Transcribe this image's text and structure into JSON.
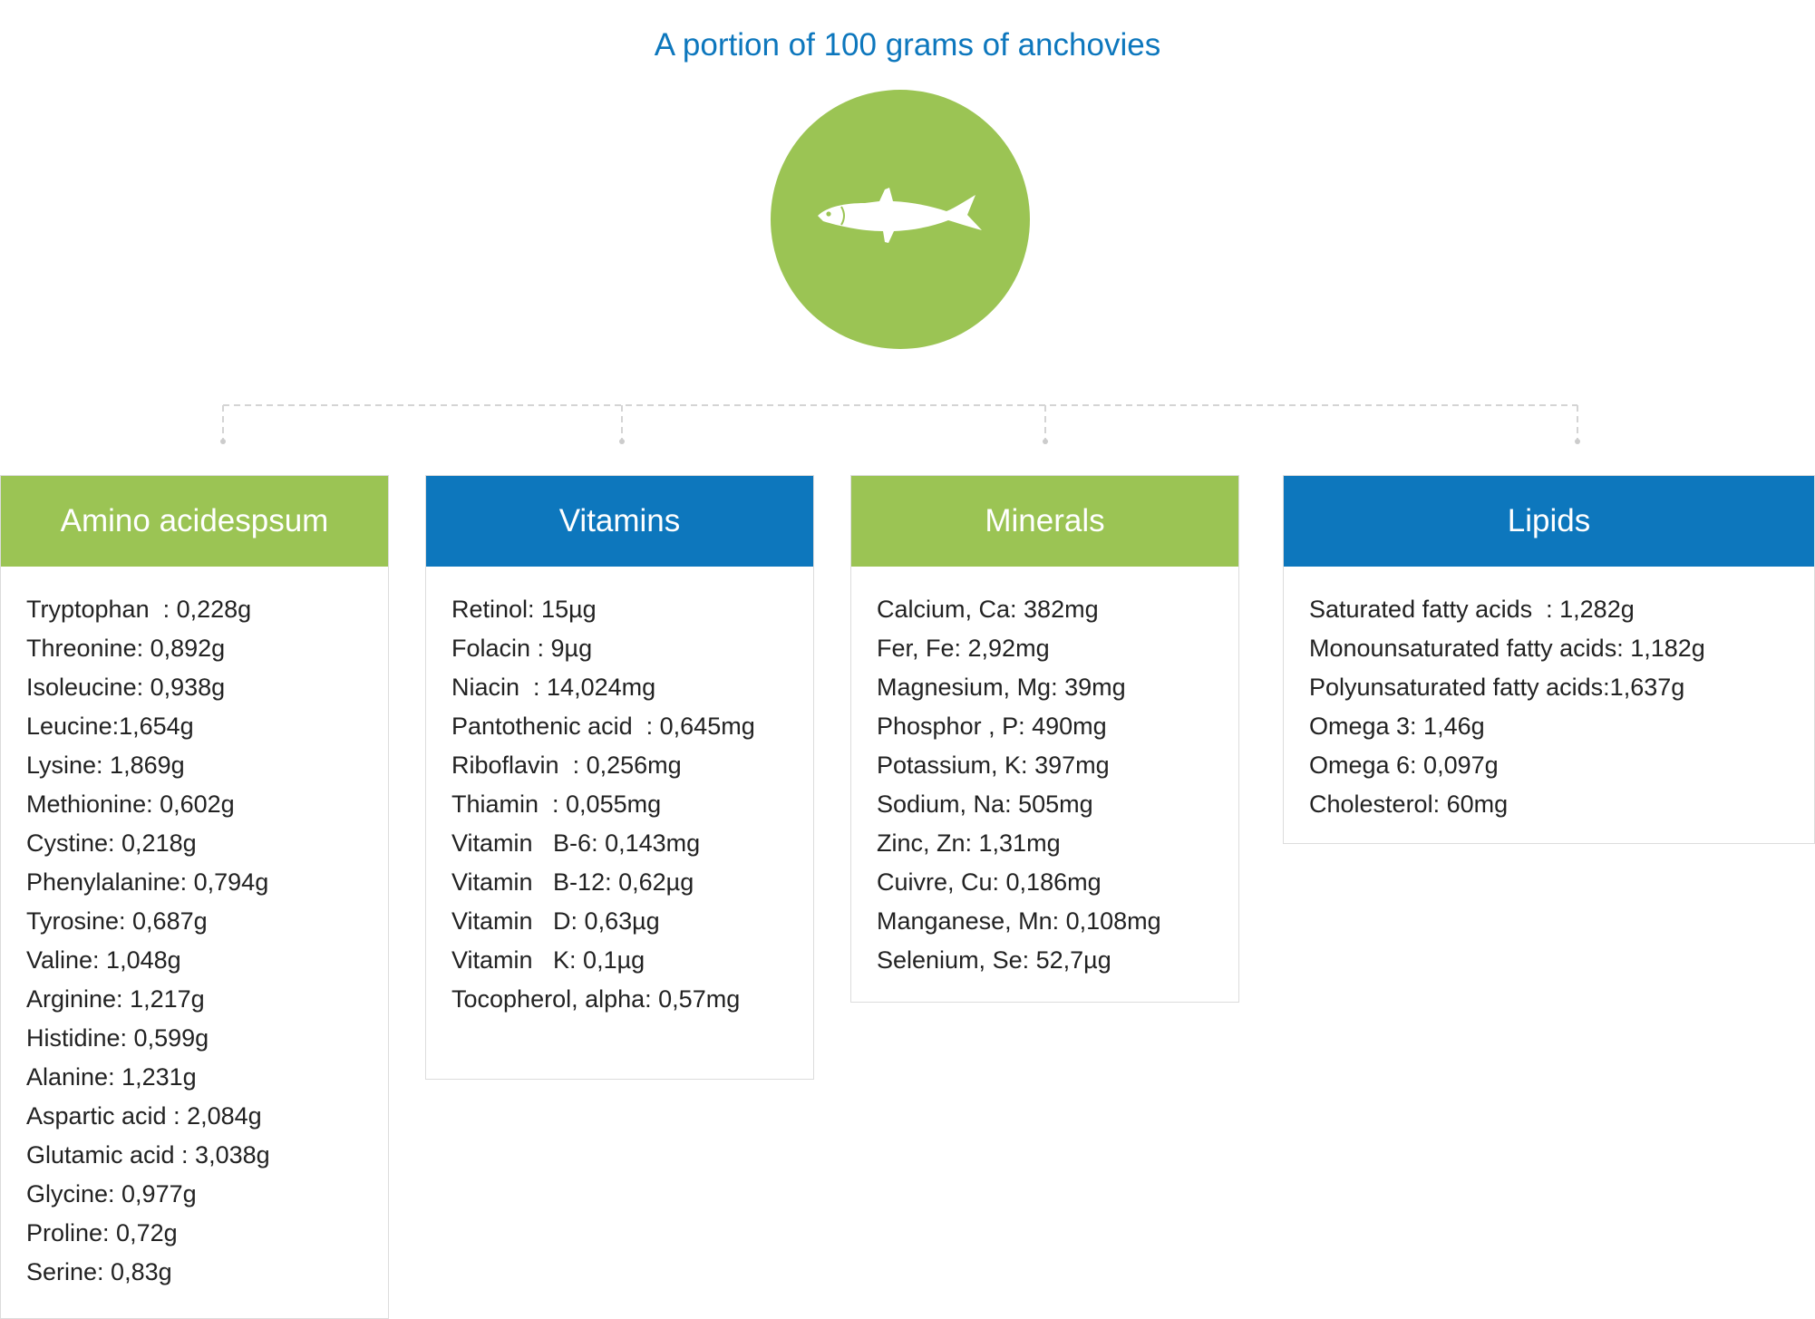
{
  "title": "A portion of 100 grams of anchovies",
  "colors": {
    "green": "#9bc454",
    "blue": "#0d77bd",
    "title": "#0d77bd"
  },
  "icon": "fish-icon",
  "cards": [
    {
      "title": "Amino acidespsum",
      "color": "green",
      "items": [
        "Tryptophan  : 0,228g",
        "Threonine: 0,892g",
        "Isoleucine: 0,938g",
        "Leucine:1,654g",
        "Lysine: 1,869g",
        "Methionine: 0,602g",
        "Cystine: 0,218g",
        "Phenylalanine: 0,794g",
        "Tyrosine: 0,687g",
        "Valine: 1,048g",
        "Arginine: 1,217g",
        "Histidine: 0,599g",
        "Alanine: 1,231g",
        "Aspartic acid : 2,084g",
        "Glutamic acid : 3,038g",
        "Glycine: 0,977g",
        "Proline: 0,72g",
        "Serine: 0,83g"
      ]
    },
    {
      "title": "Vitamins",
      "color": "blue",
      "items": [
        "Retinol: 15µg",
        "Folacin : 9µg",
        "Niacin  : 14,024mg",
        "Pantothenic acid  : 0,645mg",
        "Riboflavin  : 0,256mg",
        "Thiamin  : 0,055mg",
        "Vitamin   B-6: 0,143mg",
        "Vitamin   B-12: 0,62µg",
        "Vitamin   D: 0,63µg",
        "Vitamin   K: 0,1µg",
        "Tocopherol, alpha: 0,57mg"
      ]
    },
    {
      "title": "Minerals",
      "color": "green",
      "items": [
        "Calcium, Ca: 382mg",
        "Fer, Fe: 2,92mg",
        "Magnesium, Mg: 39mg",
        "Phosphor , P: 490mg",
        "Potassium, K: 397mg",
        "Sodium, Na: 505mg",
        "Zinc, Zn: 1,31mg",
        "Cuivre, Cu: 0,186mg",
        "Manganese, Mn: 0,108mg",
        "Selenium, Se: 52,7µg"
      ]
    },
    {
      "title": "Lipids",
      "color": "blue",
      "items": [
        "Saturated fatty acids  : 1,282g",
        "Monounsaturated fatty acids: 1,182g",
        "Polyunsaturated fatty acids:1,637g",
        "Omega 3: 1,46g",
        "Omega 6: 0,097g",
        "Cholesterol: 60mg"
      ]
    }
  ]
}
